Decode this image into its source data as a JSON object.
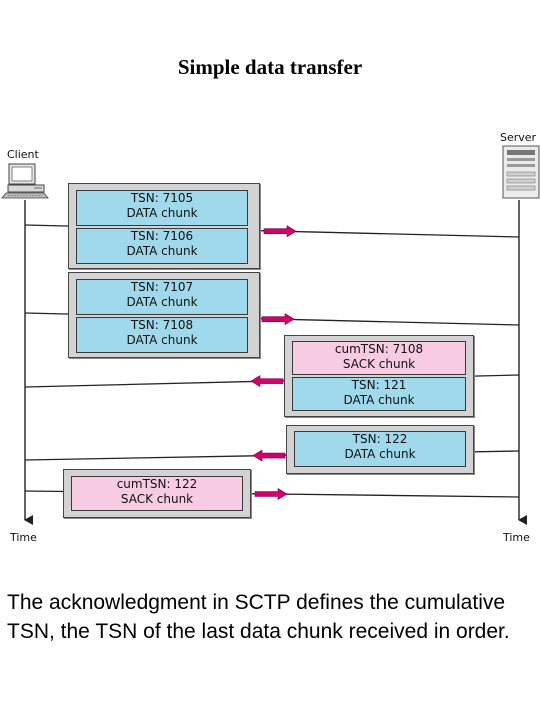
{
  "title": "Simple data transfer",
  "client_label": "Client",
  "server_label": "Server",
  "time_label": "Time",
  "packets": [
    {
      "direction": "to-server",
      "chunks": [
        {
          "type": "data",
          "line1": "TSN: 7105",
          "line2": "DATA chunk"
        },
        {
          "type": "data",
          "line1": "TSN: 7106",
          "line2": "DATA chunk"
        }
      ]
    },
    {
      "direction": "to-server",
      "chunks": [
        {
          "type": "data",
          "line1": "TSN: 7107",
          "line2": "DATA chunk"
        },
        {
          "type": "data",
          "line1": "TSN: 7108",
          "line2": "DATA chunk"
        }
      ]
    },
    {
      "direction": "to-client",
      "chunks": [
        {
          "type": "sack",
          "line1": "cumTSN: 7108",
          "line2": "SACK chunk"
        },
        {
          "type": "data",
          "line1": "TSN: 121",
          "line2": "DATA chunk"
        }
      ]
    },
    {
      "direction": "to-client",
      "chunks": [
        {
          "type": "data",
          "line1": "TSN: 122",
          "line2": "DATA chunk"
        }
      ]
    },
    {
      "direction": "to-server",
      "chunks": [
        {
          "type": "sack",
          "line1": "cumTSN: 122",
          "line2": "SACK chunk"
        }
      ]
    }
  ],
  "caption": "The acknowledgment in SCTP defines the cumulative TSN, the TSN of the last data chunk received in order."
}
